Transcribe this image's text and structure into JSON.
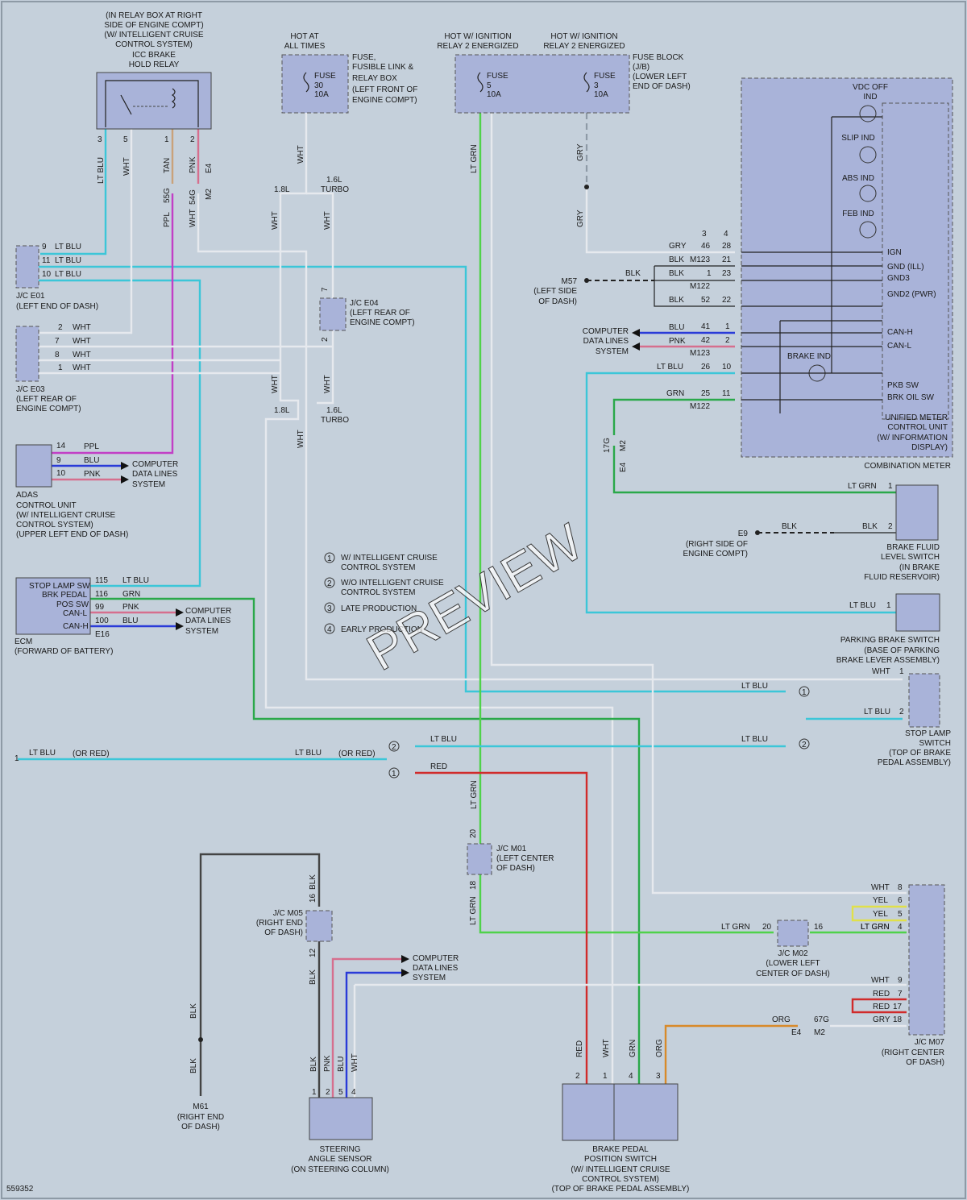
{
  "relay_box": {
    "title_lines": [
      "(IN RELAY BOX AT RIGHT",
      "SIDE OF ENGINE COMPT)",
      "(W/ INTELLIGENT CRUISE",
      "CONTROL SYSTEM)",
      "ICC BRAKE",
      "HOLD RELAY"
    ],
    "pins": [
      "3",
      "5",
      "1",
      "2"
    ],
    "wires": [
      "LT BLU",
      "WHT",
      "TAN",
      "PNK"
    ],
    "conn": "E4",
    "splices": [
      "55G",
      "54G"
    ],
    "conn2": "M2",
    "wires2": [
      "PPL",
      "WHT"
    ]
  },
  "fuse_link": {
    "hot": [
      "HOT AT",
      "ALL TIMES"
    ],
    "fuse": [
      "FUSE",
      "30",
      "10A"
    ],
    "label": [
      "FUSE,",
      "FUSIBLE LINK &",
      "RELAY BOX",
      "(LEFT FRONT OF",
      "ENGINE COMPT)"
    ],
    "wire": "WHT",
    "eng1": "1.8L",
    "eng2": "1.6L",
    "turbo": "TURBO"
  },
  "fuse_block": {
    "hot1": [
      "HOT W/ IGNITION",
      "RELAY 2 ENERGIZED"
    ],
    "hot2": [
      "HOT W/ IGNITION",
      "RELAY 2 ENERGIZED"
    ],
    "fuse1": [
      "FUSE",
      "5",
      "10A"
    ],
    "fuse2": [
      "FUSE",
      "3",
      "10A"
    ],
    "label": [
      "FUSE BLOCK",
      "(J/B)",
      "(LOWER LEFT",
      "END OF DASH)"
    ],
    "w1": "LT GRN",
    "w2": "GRY"
  },
  "jc_e01": {
    "pins": [
      "9",
      "11",
      "10"
    ],
    "wires": [
      "LT BLU",
      "LT BLU",
      "LT BLU"
    ],
    "label": [
      "J/C E01",
      "(LEFT END OF DASH)"
    ]
  },
  "jc_e03": {
    "pins": [
      "2",
      "7",
      "8",
      "1"
    ],
    "wires": [
      "WHT",
      "WHT",
      "WHT",
      "WHT"
    ],
    "label": [
      "J/C E03",
      "(LEFT REAR OF",
      "ENGINE COMPT)"
    ]
  },
  "jc_e04": {
    "pins": [
      "7",
      "2"
    ],
    "label": [
      "J/C E04",
      "(LEFT REAR OF",
      "ENGINE COMPT)"
    ],
    "w": "WHT"
  },
  "adas": {
    "pins": [
      "14",
      "9",
      "10"
    ],
    "wires": [
      "PPL",
      "BLU",
      "PNK"
    ],
    "cds": [
      "COMPUTER",
      "DATA LINES",
      "SYSTEM"
    ],
    "label": [
      "ADAS",
      "CONTROL UNIT",
      "(W/ INTELLIGENT CRUISE",
      "CONTROL SYSTEM)",
      "(UPPER LEFT END OF DASH)"
    ]
  },
  "ecm": {
    "terms": [
      "STOP LAMP SW",
      "BRK PEDAL",
      "POS SW",
      "CAN-L",
      "CAN-H"
    ],
    "pins": [
      "115",
      "116",
      "99",
      "100"
    ],
    "wires": [
      "LT BLU",
      "GRN",
      "PNK",
      "BLU"
    ],
    "conn": "E16",
    "cds": [
      "COMPUTER",
      "DATA LINES",
      "SYSTEM"
    ],
    "label": [
      "ECM",
      "(FORWARD OF BATTERY)"
    ]
  },
  "legend": [
    {
      "num": "1",
      "text": [
        "W/ INTELLIGENT CRUISE",
        "CONTROL SYSTEM"
      ]
    },
    {
      "num": "2",
      "text": [
        "W/O INTELLIGENT CRUISE",
        "CONTROL SYSTEM"
      ]
    },
    {
      "num": "3",
      "text": [
        "LATE PRODUCTION"
      ]
    },
    {
      "num": "4",
      "text": [
        "EARLY PRODUCTION"
      ]
    }
  ],
  "watermark": "PREVIEW",
  "meter": {
    "indicators": [
      "VDC OFF",
      "IND",
      "SLIP IND",
      "ABS IND",
      "FEB IND",
      "BRAKE IND"
    ],
    "terms": [
      "IGN",
      "GND (ILL)",
      "GND3",
      "GND2 (PWR)",
      "CAN-H",
      "CAN-L",
      "PKB SW",
      "BRK OIL SW"
    ],
    "label": [
      "UNIFIED METER",
      "CONTROL UNIT",
      "(W/ INFORMATION",
      "DISPLAY)"
    ],
    "outer": "COMBINATION METER",
    "col_hdr": [
      "3",
      "4"
    ],
    "rows": [
      {
        "w": "GRY",
        "a": "46",
        "b": "28"
      },
      {
        "w": "BLK",
        "a": "M123",
        "b": "21"
      },
      {
        "w": "BLK",
        "a": "1",
        "b": "23"
      },
      {
        "w": "",
        "a": "M122",
        "b": ""
      },
      {
        "w": "BLK",
        "a": "52",
        "b": "22"
      },
      {
        "w": "BLU",
        "a": "41",
        "b": "1"
      },
      {
        "w": "PNK",
        "a": "42",
        "b": "2"
      },
      {
        "w": "",
        "a": "M123",
        "b": ""
      },
      {
        "w": "LT BLU",
        "a": "26",
        "b": "10"
      },
      {
        "w": "GRN",
        "a": "25",
        "b": "11"
      },
      {
        "w": "",
        "a": "M122",
        "b": ""
      }
    ],
    "m57": [
      "M57",
      "(LEFT SIDE",
      "OF DASH)"
    ],
    "m57_wire": "BLK",
    "cds": [
      "COMPUTER",
      "DATA LINES",
      "SYSTEM"
    ]
  },
  "splice_17g": {
    "id": "17G",
    "e": "E4",
    "m": "M2"
  },
  "brake_fluid": {
    "pins": [
      "1",
      "2"
    ],
    "wires": [
      "LT GRN",
      "BLK"
    ],
    "label": [
      "BRAKE FLUID",
      "LEVEL SWITCH",
      "(IN BRAKE",
      "FLUID RESERVOIR)"
    ],
    "gnd": [
      "E9",
      "(RIGHT SIDE OF",
      "ENGINE COMPT)"
    ],
    "gnd_wire": "BLK"
  },
  "parking": {
    "pin": "1",
    "wire": "LT BLU",
    "label": [
      "PARKING BRAKE SWITCH",
      "(BASE OF PARKING",
      "BRAKE LEVER ASSEMBLY)"
    ]
  },
  "stop_lamp": {
    "pins": [
      "1",
      "2"
    ],
    "wires": [
      "WHT",
      "LT BLU",
      "LT BLU",
      "LT BLU"
    ],
    "label": [
      "STOP LAMP",
      "SWITCH",
      "(TOP OF BRAKE",
      "PEDAL ASSEMBLY)"
    ]
  },
  "mid": {
    "ltblu_left": "LT BLU",
    "or_red": "(OR RED)",
    "pin1": "1",
    "ltblu2": "LT BLU",
    "or_red2": "(OR RED)",
    "ltblu3": "LT BLU",
    "red": "RED"
  },
  "jc_m01": {
    "pins": [
      "20",
      "18"
    ],
    "wire": "LT GRN",
    "label": [
      "J/C M01",
      "(LEFT CENTER",
      "OF DASH)"
    ]
  },
  "jc_m05": {
    "pins": [
      "16",
      "12"
    ],
    "wire": "BLK",
    "label": [
      "J/C M05",
      "(RIGHT END",
      "OF DASH)"
    ]
  },
  "jc_m02": {
    "pins": [
      "20",
      "16"
    ],
    "wires": [
      "LT GRN",
      "LT GRN"
    ],
    "label": [
      "J/C M02",
      "(LOWER LEFT",
      "CENTER OF DASH)"
    ]
  },
  "jc_m07": {
    "rows": [
      {
        "w": "WHT",
        "p": "8"
      },
      {
        "w": "YEL",
        "p": "6"
      },
      {
        "w": "YEL",
        "p": "5"
      },
      {
        "w": "LT GRN",
        "p": "4"
      },
      {
        "w": "WHT",
        "p": "9"
      },
      {
        "w": "RED",
        "p": "7"
      },
      {
        "w": "RED",
        "p": "17"
      },
      {
        "w": "GRY",
        "p": "18"
      }
    ],
    "label": [
      "J/C M07",
      "(RIGHT CENTER",
      "OF DASH)"
    ]
  },
  "splice_67g": {
    "id": "67G",
    "w": "ORG",
    "e": "E4",
    "m": "M2"
  },
  "m61": {
    "label": [
      "M61",
      "(RIGHT END",
      "OF DASH)"
    ],
    "w": "BLK"
  },
  "steering": {
    "pins": [
      "1",
      "2",
      "5",
      "4"
    ],
    "wires": [
      "BLK",
      "PNK",
      "BLU",
      "WHT"
    ],
    "cds": [
      "COMPUTER",
      "DATA LINES",
      "SYSTEM"
    ],
    "label": [
      "STEERING",
      "ANGLE SENSOR",
      "(ON STEERING COLUMN)"
    ]
  },
  "bpps": {
    "pins": [
      "2",
      "1",
      "4",
      "3"
    ],
    "wires": [
      "RED",
      "WHT",
      "GRN",
      "ORG"
    ],
    "label": [
      "BRAKE PEDAL",
      "POSITION SWITCH",
      "(W/ INTELLIGENT CRUISE",
      "CONTROL SYSTEM)",
      "(TOP OF BRAKE PEDAL ASSEMBLY)"
    ]
  },
  "diagram_id": "559352"
}
